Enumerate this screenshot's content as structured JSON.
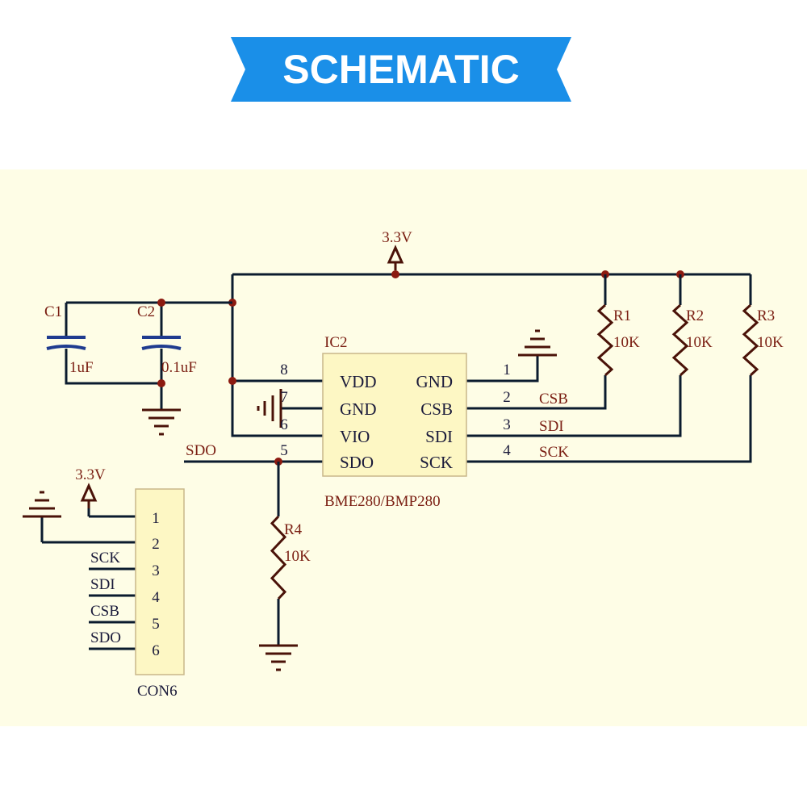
{
  "banner": {
    "title": "SCHEMATIC"
  },
  "colors": {
    "banner": "#1a8fe8",
    "background": "#fefde6",
    "wire": "#0b1b2e",
    "power": "#4a1208",
    "ic_fill": "#fdf7c4",
    "cap": "#1f3b8f",
    "junction": "#8c1a10",
    "text": "#7a1e12",
    "label_dark": "#1a1a3a"
  },
  "power": {
    "vcc_main": "3.3V",
    "vcc_connector": "3.3V"
  },
  "capacitors": [
    {
      "ref": "C1",
      "value": "1uF"
    },
    {
      "ref": "C2",
      "value": "0.1uF"
    }
  ],
  "resistors": [
    {
      "ref": "R1",
      "value": "10K"
    },
    {
      "ref": "R2",
      "value": "10K"
    },
    {
      "ref": "R3",
      "value": "10K"
    },
    {
      "ref": "R4",
      "value": "10K"
    }
  ],
  "ic": {
    "ref": "IC2",
    "part": "BME280/BMP280",
    "left_pins": [
      {
        "num": "8",
        "name": "VDD"
      },
      {
        "num": "7",
        "name": "GND"
      },
      {
        "num": "6",
        "name": "VIO"
      },
      {
        "num": "5",
        "name": "SDO"
      }
    ],
    "right_pins": [
      {
        "num": "1",
        "name": "GND",
        "net": ""
      },
      {
        "num": "2",
        "name": "CSB",
        "net": "CSB"
      },
      {
        "num": "3",
        "name": "SDI",
        "net": "SDI"
      },
      {
        "num": "4",
        "name": "SCK",
        "net": "SCK"
      }
    ],
    "sdo_net": "SDO"
  },
  "connector": {
    "ref": "CON6",
    "pins": [
      "1",
      "2",
      "3",
      "4",
      "5",
      "6"
    ],
    "net_labels": [
      "SCK",
      "SDI",
      "CSB",
      "SDO"
    ]
  }
}
